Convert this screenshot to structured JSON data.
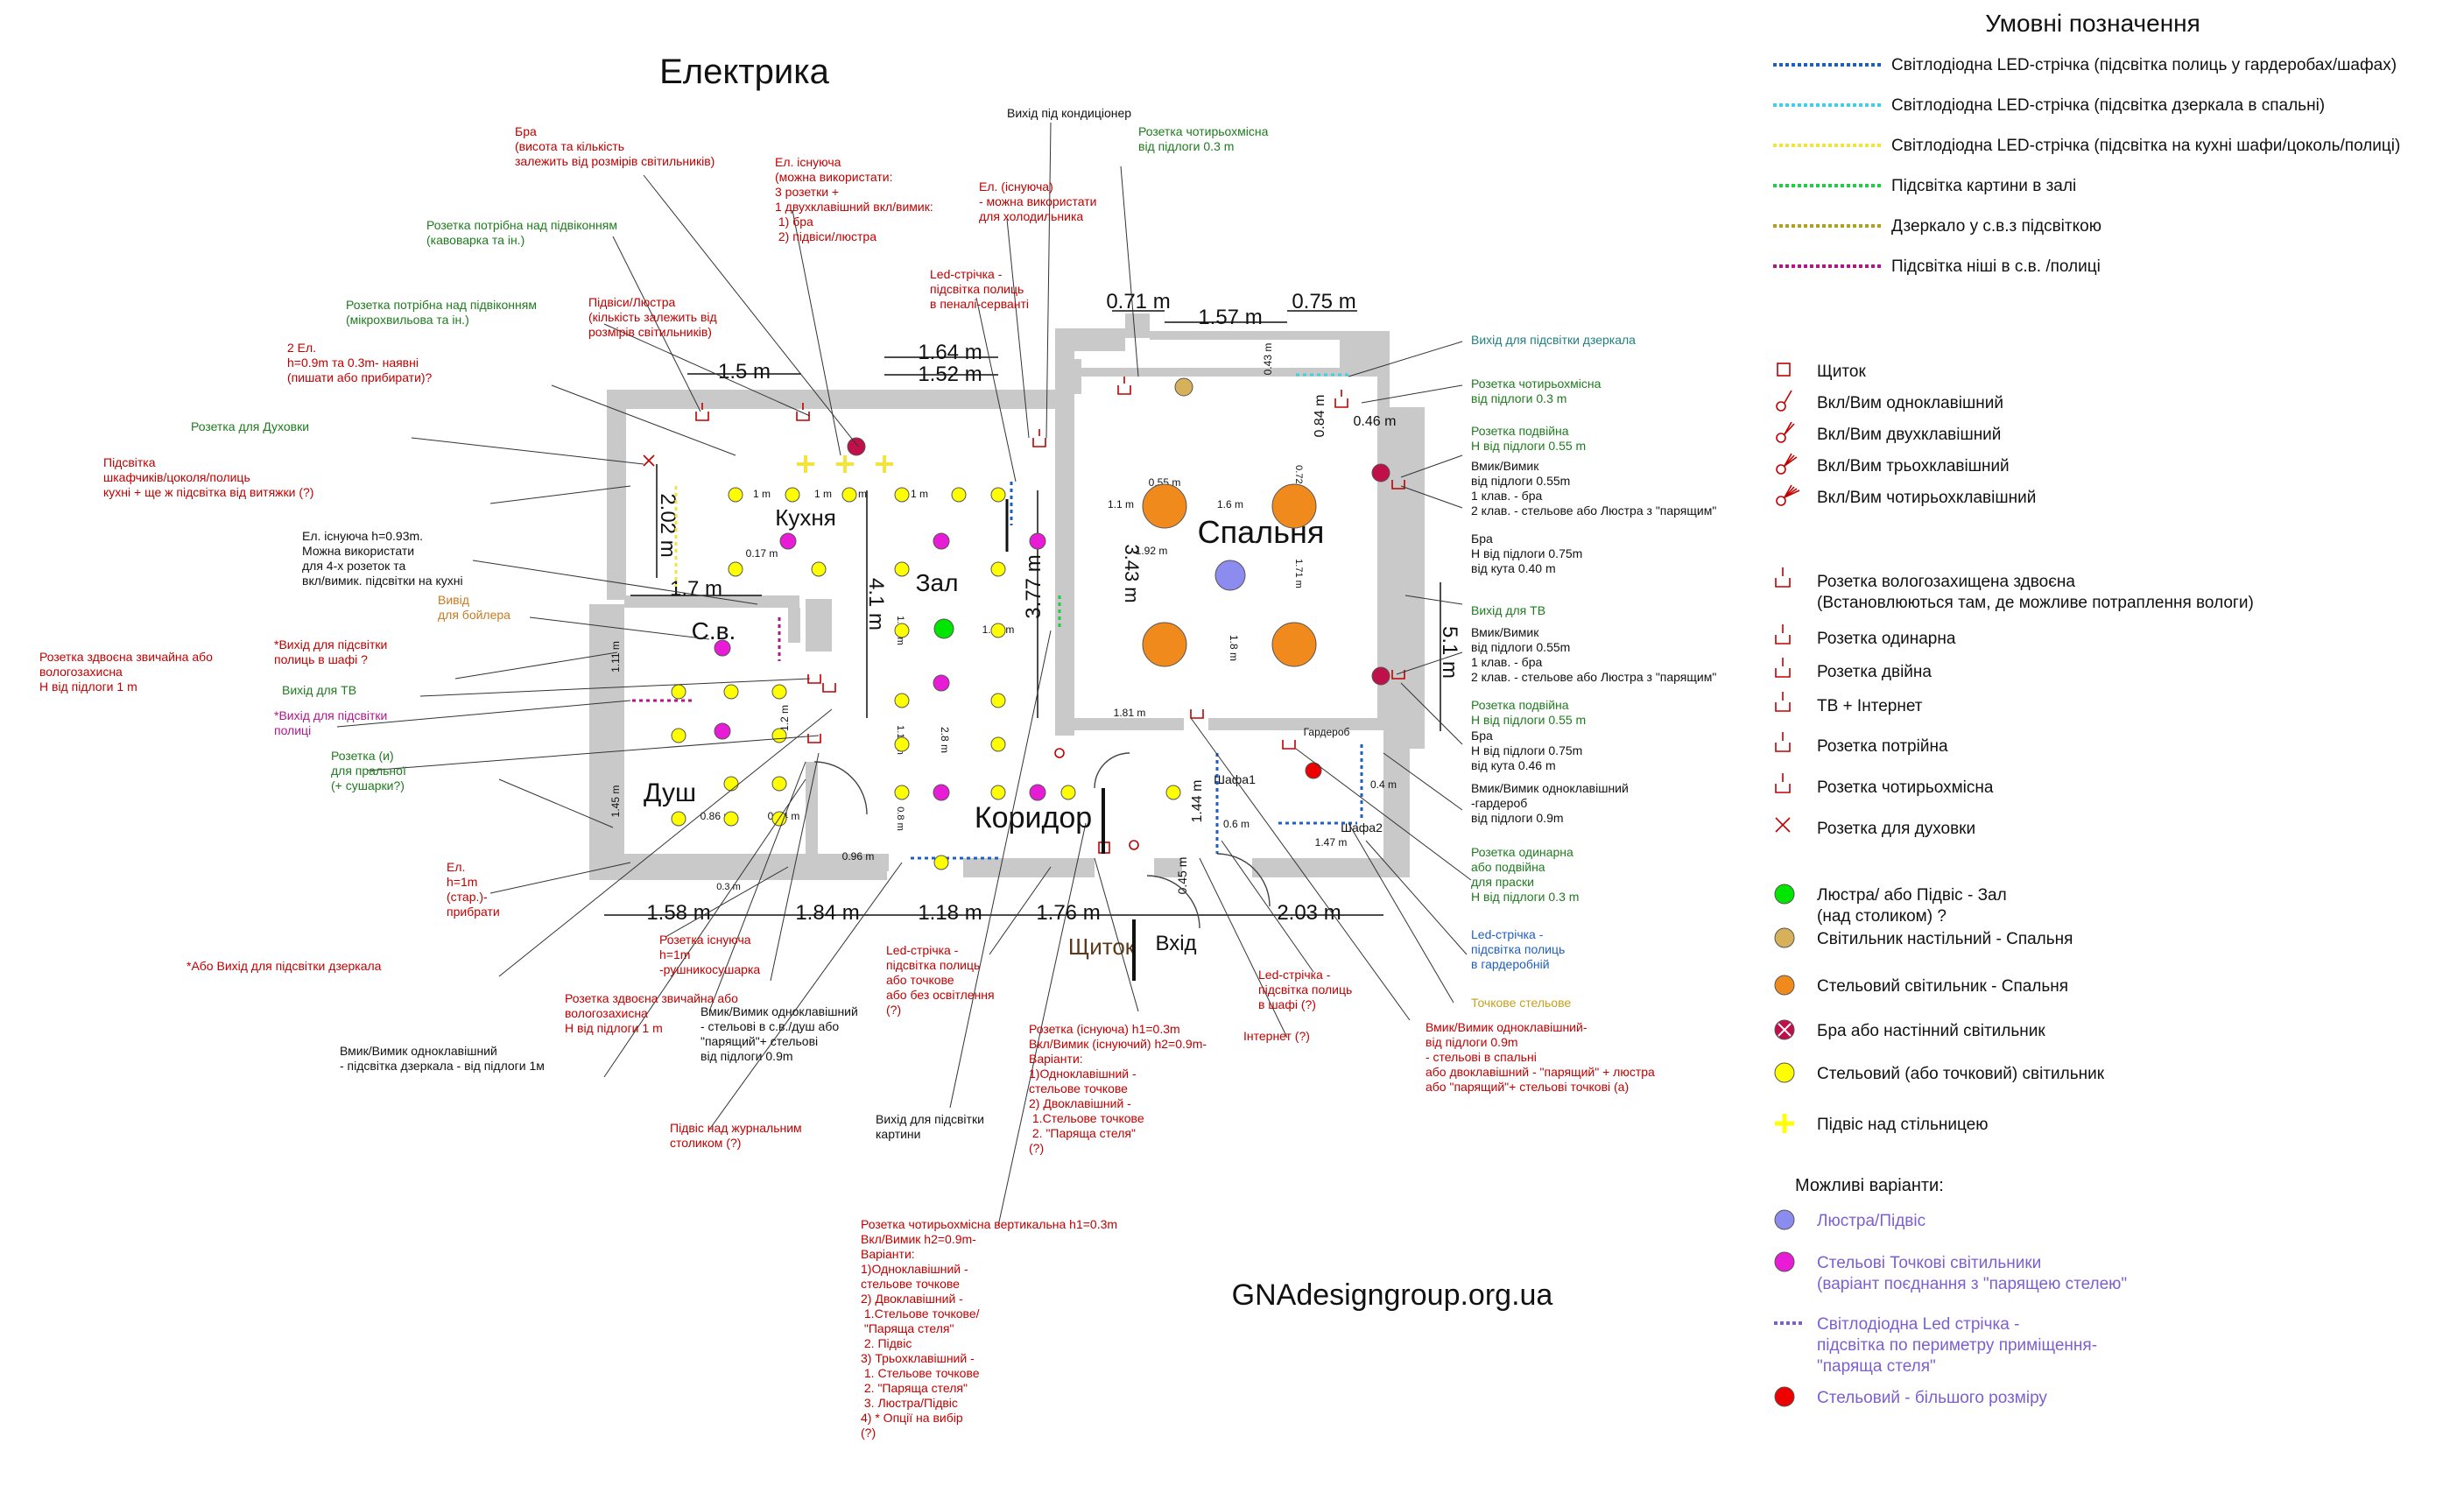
{
  "title": "Електрика",
  "website": "GNAdesigngroup.org.ua",
  "colors": {
    "wall": "#c9c9c9",
    "wall_dark": "#7f7f7f",
    "red": "#c00000",
    "dark_red": "#9b1b1b",
    "green": "#1e7b1e",
    "teal": "#1f8080",
    "orange": "#c77a20",
    "blue": "#1f5fbf",
    "purple": "#7d5fd0",
    "magenta": "#b0168c",
    "yellow_lamp": "#ffff00",
    "green_lamp": "#00e600",
    "orange_lamp": "#f08a1c",
    "tan_lamp": "#d6b15a",
    "blue_lamp": "#8c8cf0",
    "magenta_lamp": "#e81cd6",
    "red_lamp": "#ee0000"
  },
  "rooms": {
    "kitchen": "Кухня",
    "hall": "Зал",
    "bedroom": "Спальня",
    "wc": "С.в.",
    "shower": "Душ",
    "corridor": "Коридор",
    "entrance": "Вхід",
    "panel": "Щиток",
    "wardrobe1": "Шафа1",
    "wardrobe2": "Шафа2",
    "dressing": "Гардероб"
  },
  "dimensions": {
    "d_1_5": "1.5 m",
    "d_1_64": "1.64 m",
    "d_1_52": "1.52 m",
    "d_0_71": "0.71 m",
    "d_1_57": "1.57 m",
    "d_0_75": "0.75 m",
    "d_2_02": "2.02 m",
    "d_1_7": "1.7 m",
    "d_4_1": "4.1 m",
    "d_3_77": "3.77 m",
    "d_3_43": "3.43 m",
    "d_5_1": "5.1 m",
    "d_1_58": "1.58 m",
    "d_1_84": "1.84 m",
    "d_1_18": "1.18 m",
    "d_1_76": "1.76 m",
    "d_2_03": "2.03 m",
    "d_0_84": "0.84 m",
    "d_0_46": "0.46 m",
    "d_0_43": "0.43 m",
    "d_1_44": "1.44 m",
    "d_0_6": "0.6 m",
    "d_0_4": "0.4 m",
    "d_0_45": "0.45 m",
    "d_0_55": "0.55 m",
    "d_1m_a": "1 m",
    "d_1m_b": "1 m",
    "d_1m_c": "1 m",
    "d_1m_d": "1 m",
    "d_1_1": "1.1 m",
    "d_1_6": "1.6 m",
    "d_1_92": "1.92 m",
    "d_1_42": "1.42 m",
    "d_1_81": "1.81 m",
    "d_0_86": "0.86 m",
    "d_0_74": "0.74 m",
    "d_0_96": "0.96 m",
    "d_1_47": "1.47 m",
    "d_2_8": "2.8 m",
    "d_1_2": "1.2 m",
    "d_0_17": "0.17 m",
    "d_1_8": "1.8 m",
    "d_0_3": "0.3 m",
    "d_1_59": "1.59 m",
    "d_1_12": "1.12 m",
    "d_0_8": "0.8 m",
    "d_1_71": "1.71 m",
    "d_0_72": "0.72 m",
    "d_1_45": "1.45 m",
    "d_1_11": "1.11 m"
  },
  "callouts": {
    "bra": "Бра\n(висота та кількість\nзалежить від розмірів світильників)",
    "el_existing": "Ел. існуюча\n(можна використати:\n3 розетки +\n1 двухклавішний вкл/вимик:\n  1) бра\n  2) підвіси/люстра",
    "ac_outlet": "Вихід під кондиціонер",
    "quad_bedroom_top": "Розетка чотирьохмісна\nвід підлоги 0.3 m",
    "el_existing_fridge": "Ел. (існуюча)\n- можна використати\nдля холодильника",
    "led_pencil": "Led-стрічка -\nпідсвітка полиць\nв пеналі-серванті",
    "outlet_sill_coffee": "Розетка потрібна над підвіконням\n(кавоварка та ін.)",
    "outlet_sill_micro": "Розетка потрібна над підвіконням\n(мікрохвильова та ін.)",
    "pendants": "Підвіси/Люстра\n(кількість залежить від\nрозмірів світильників)",
    "two_el": "2 Ел.\nh=0.9m та 0.3m- наявні\n(пишати або прибирати)?",
    "oven_outlet": "Розетка для Духовки",
    "kitchen_backlight": "Підсвітка\nшкафчиків/цоколя/полиць\nкухні + ще ж підсвітка від витяжки (?)",
    "el_093": "Ел. існуюча h=0.93m.\nМожна використати\nдля 4-х розеток та\nвкл/вимик. підсвітки на кухні",
    "boiler": "Вивід\nдля бойлера",
    "double_moist_left": "Розетка здвоєна звичайна або\nвологозахисна\nН від підлоги 1 m",
    "shelf_wardrobe_out": "*Вихід для підсвітки\nполиць в шафі ?",
    "tv_out_left": "Вихід для ТВ",
    "shelf_out": "*Вихід для підсвітки\nполиці",
    "washer": "Розетка (и)\nдля пральної\n(+ сушарки?)",
    "el_1m": "Ел.\nh=1m\n(стар.)-\nприбрати",
    "mirror_out": "*Або Вихід для підсвітки дзеркала",
    "existing_outlet_towel": "Розетка існуюча\nh=1m\n-рушникосушарка",
    "double_moist_bottom": "Розетка здвоєна звичайна або\nвологозахисна\nН від підлоги 1 m",
    "switch_mirror": "Вмик/Вимик одноклавішний\n- підсвітка дзеркала - від підлоги 1м",
    "switch_wc": "Вмик/Вимик одноклавішний\n- стельові в с.в./душ або\n\"парящий\"+ стельові\nвід підлоги 0.9m",
    "pendant_coffee": "Підвіс над журнальним\nстоликом (?)",
    "picture_out": "Вихід для підсвітки\nкартини",
    "led_wardrobe_shelves": "Led-стрічка -\nпідсвітка полиць\nабо точкове\nабо без освітлення\n(?)",
    "quad_vertical": "Розетка чотирьохмісна вертикальна h1=0.3m\nВкл/Вимик h2=0.9m-\nВаріанти:\n1)Одноклавішний -\nстельове точкове\n2) Двоклавішний -\n    1.Стельове точкове/\n    \"Паряща стеля\"\n    2. Підвіс\n3) Трьохклавішний -\n    1. Стельове точкове\n    2. \"Паряща стеля\"\n    3. Люстра/Підвіс\n4) * Опції на вибір\n(?)",
    "existing_outlet_corridor": "Розетка (існуюча) h1=0.3m\nВкл/Вимик (існуючий) h2=0.9m-\nВаріанти:\n1)Одноклавішний -\nстельове точкове\n2) Двоклавішний -\n    1.Стельове точкове\n    2. \"Паряща стеля\"\n(?)",
    "led_wardrobe_shelves2": "Led-стрічка -\nпідсвітка полиць\nв шафі (?)",
    "internet": "Інтернет (?)",
    "switch_bedroom": "Вмик/Вимик одноклавішний-\nвід підлоги 0.9m\n- стельові в спальні\nабо двоклавішний - \"парящий\" + люстра\nабо \"парящий\"+ стельові точкові (а)",
    "spot_ceiling": "Точкове стельове",
    "led_dressing": "Led-стрічка -\nпідсвітка полиць\nв гардеробній",
    "single_or_double_iron": "Розетка одинарна\nабо подвійна\nдля праски\nН від підлоги 0.3 m",
    "switch_dressing": "Вмик/Вимик одноклавішний\n-гардероб\nвід підлоги 0.9m",
    "double_bedroom2": "Розетка подвійна\nН від підлоги 0.55 m",
    "bra_bedroom2": "Бра\nН від підлоги 0.75m\nвід кута 0.46 m",
    "switch_bedroom2": "Вмик/Вимик\nвід підлоги 0.55m\n1 клав. - бра\n2 клав. - стельове або Люстра з \"парящим\"",
    "tv_out_right": "Вихід для ТВ",
    "bra_bedroom1": "Бра\nН від підлоги 0.75m\nвід кута 0.40 m",
    "switch_bedroom1": "Вмик/Вимик\nвід підлоги 0.55m\n1 клав. - бра\n2 клав. - стельове або Люстра з \"парящим\"",
    "double_bedroom1": "Розетка подвійна\nН від підлоги 0.55 m",
    "quad_bedroom_right": "Розетка чотирьохмісна\nвід підлоги 0.3 m",
    "mirror_backlight_out": "Вихід для підсвітки дзеркала"
  },
  "legend": {
    "title": "Умовні позначення",
    "lines": [
      {
        "label": "Світлодіодна LED-стрічка (підсвітка полиць у гардеробах/шафах)",
        "color": "#1f5fbf"
      },
      {
        "label": "Світлодіодна LED-стрічка (підсвітка дзеркала в спальні)",
        "color": "#3fd0e6"
      },
      {
        "label": "Світлодіодна LED-стрічка (підсвітка на кухні шафи/цоколь/полиці)",
        "color": "#f2e43a"
      },
      {
        "label": "Підсвітка картини в залі",
        "color": "#22cc44"
      },
      {
        "label": "Дзеркало у с.в.з підсвіткою",
        "color": "#b0a020"
      },
      {
        "label": "Підсвітка ніші в с.в. /полиці",
        "color": "#b0168c"
      }
    ],
    "switches": [
      {
        "label": "Щиток",
        "icon": "panel-icon"
      },
      {
        "label": "Вкл/Вим одноклавішний",
        "icon": "switch-1-icon"
      },
      {
        "label": "Вкл/Вим двухклавішний",
        "icon": "switch-2-icon"
      },
      {
        "label": "Вкл/Вим трьохклавішний",
        "icon": "switch-3-icon"
      },
      {
        "label": "Вкл/Вим чотирьохклавішний",
        "icon": "switch-4-icon"
      }
    ],
    "outlets": [
      {
        "label": "Розетка вологозахищена здвоєна\n(Встановлюються там, де можливе потраплення вологи)",
        "icon": "outlet-moist-icon"
      },
      {
        "label": "Розетка одинарна",
        "icon": "outlet-single-icon"
      },
      {
        "label": "Розетка двійна",
        "icon": "outlet-double-icon"
      },
      {
        "label": "ТВ + Інтернет",
        "icon": "tv-internet-icon"
      },
      {
        "label": "Розетка потрійна",
        "icon": "outlet-triple-icon"
      },
      {
        "label": "Розетка чотирьохмісна",
        "icon": "outlet-quad-icon"
      },
      {
        "label": "Розетка для духовки",
        "icon": "outlet-oven-icon"
      }
    ],
    "lamps": [
      {
        "label": "Люстра/ або Підвіс - Зал\n(над столиком) ?",
        "color": "#00e600",
        "kind": "circle"
      },
      {
        "label": "Світильник настільний - Спальня",
        "color": "#d6b15a",
        "kind": "circle"
      },
      {
        "label": "Стельовий світильник - Спальня",
        "color": "#f08a1c",
        "kind": "circle"
      },
      {
        "label": "Бра або настінний світильник",
        "color": "#c0104a",
        "kind": "cross"
      },
      {
        "label": "Стельовий (або точковий) світильник",
        "color": "#ffff00",
        "kind": "circle"
      },
      {
        "label": "Підвіс над стільницею",
        "color": "#ffff00",
        "kind": "plus"
      }
    ],
    "variants_title": "Можливі варіанти:",
    "variants": [
      {
        "label": "Люстра/Підвіс",
        "color": "#8c8cf0",
        "kind": "circle"
      },
      {
        "label": "Стельові Точкові світильники\n(варіант поєднання з \"парящею стелею\"",
        "color": "#e81cd6",
        "kind": "circle"
      },
      {
        "label": "Світлодіодна Led стрічка -\nпідсвітка по периметру приміщення-\n\"паряща стеля\"",
        "color": "#7d5fd0",
        "kind": "dots"
      },
      {
        "label": "Стельовий - більшого розміру",
        "color": "#ee0000",
        "kind": "circle"
      }
    ]
  }
}
